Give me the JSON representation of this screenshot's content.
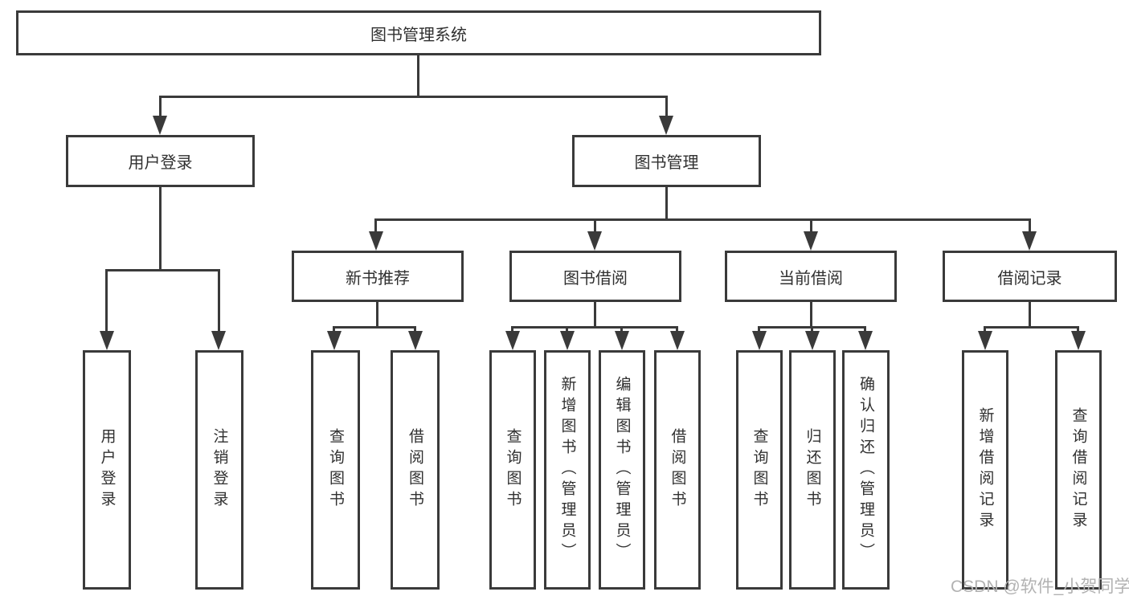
{
  "root": {
    "label": "图书管理系统"
  },
  "level2": [
    {
      "id": "user-login",
      "label": "用户登录"
    },
    {
      "id": "book-management",
      "label": "图书管理"
    }
  ],
  "level3": [
    {
      "id": "new-book-recommend",
      "label": "新书推荐"
    },
    {
      "id": "book-borrow",
      "label": "图书借阅"
    },
    {
      "id": "current-borrow",
      "label": "当前借阅"
    },
    {
      "id": "borrow-records",
      "label": "借阅记录"
    }
  ],
  "leaves": [
    {
      "id": "user-login-leaf",
      "label": "用户登录"
    },
    {
      "id": "logout",
      "label": "注销登录"
    },
    {
      "id": "query-books-recommend",
      "label": "查询图书"
    },
    {
      "id": "borrow-books-recommend",
      "label": "借阅图书"
    },
    {
      "id": "query-books-borrow",
      "label": "查询图书"
    },
    {
      "id": "add-books-admin",
      "label": "新增图书（管理员）"
    },
    {
      "id": "edit-books-admin",
      "label": "编辑图书（管理员）"
    },
    {
      "id": "borrow-books-borrow",
      "label": "借阅图书"
    },
    {
      "id": "query-books-current",
      "label": "查询图书"
    },
    {
      "id": "return-books",
      "label": "归还图书"
    },
    {
      "id": "confirm-return-admin",
      "label": "确认归还（管理员）"
    },
    {
      "id": "add-borrow-record",
      "label": "新增借阅记录"
    },
    {
      "id": "query-borrow-record",
      "label": "查询借阅记录"
    }
  ],
  "watermark": "CSDN @软件_小贺同学",
  "colors": {
    "line": "#3a3a3a",
    "text": "#303030",
    "watermark": "#b2b2b2"
  }
}
